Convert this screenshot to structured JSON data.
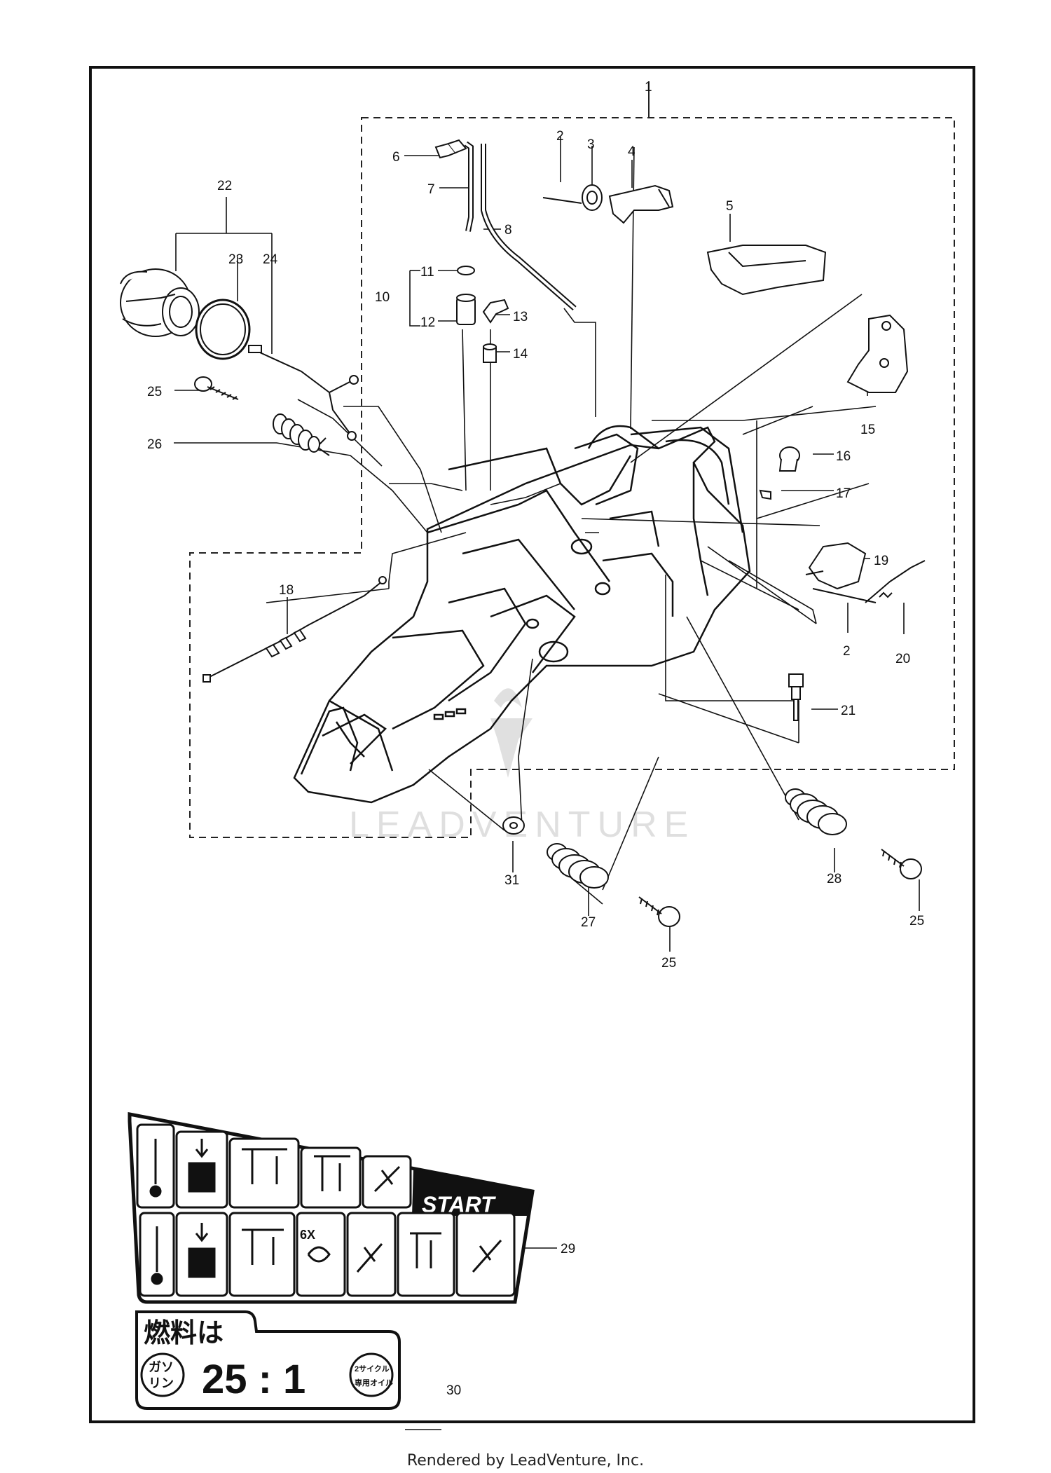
{
  "labels": {
    "p1": "1",
    "p2a": "2",
    "p2b": "2",
    "p3": "3",
    "p4": "4",
    "p5": "5",
    "p6": "6",
    "p7": "7",
    "p8": "8",
    "p10": "10",
    "p11": "11",
    "p12": "12",
    "p13": "13",
    "p14": "14",
    "p15": "15",
    "p16": "16",
    "p17": "17",
    "p18": "18",
    "p19": "19",
    "p20": "20",
    "p21": "21",
    "p22": "22",
    "p23": "23",
    "p24": "24",
    "p25a": "25",
    "p25b": "25",
    "p25c": "25",
    "p26": "26",
    "p27": "27",
    "p28": "28",
    "p29": "29",
    "p30": "30",
    "p31": "31"
  },
  "decal_start": {
    "text": "START",
    "count": "6X"
  },
  "decal_fuel": {
    "heading": "燃料は",
    "left_badge_1": "ガソ",
    "left_badge_2": "リン",
    "ratio": "25 : 1",
    "right_badge_1": "2サイクル",
    "right_badge_2": "専用オイル"
  },
  "watermark": "LEADVENTURE",
  "footer": "Rendered by LeadVenture, Inc."
}
